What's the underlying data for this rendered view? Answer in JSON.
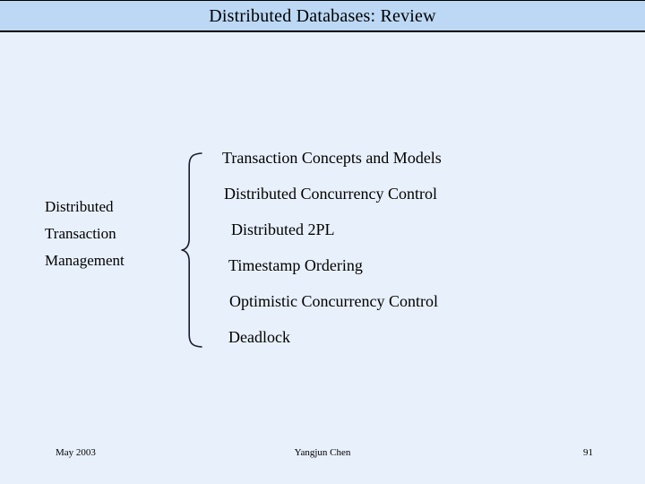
{
  "slide": {
    "title": "Distributed Databases: Review",
    "group_label_lines": [
      "Distributed",
      "Transaction",
      "Management"
    ],
    "brace_icon": "left-curly-brace",
    "topics": [
      {
        "label": "Transaction Concepts and Models"
      },
      {
        "label": "Distributed Concurrency Control"
      },
      {
        "label": "Distributed 2PL"
      },
      {
        "label": "Timestamp Ordering"
      },
      {
        "label": "Optimistic Concurrency Control"
      },
      {
        "label": "Deadlock"
      }
    ]
  },
  "footer": {
    "date": "May 2003",
    "author": "Yangjun Chen",
    "page_number": "91"
  },
  "colors": {
    "title_bar_background": "#bcd8f5",
    "slide_background": "#e8f0fb",
    "text": "#000000",
    "border": "#000000"
  }
}
